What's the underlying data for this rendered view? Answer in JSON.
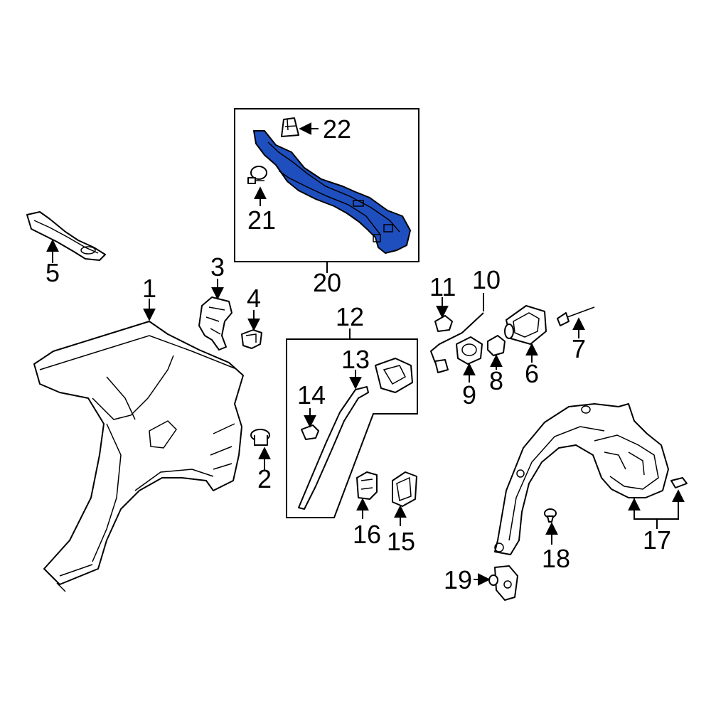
{
  "diagram": {
    "highlight_color": "#1f4fbf",
    "callouts": [
      {
        "id": "c1",
        "label": "1"
      },
      {
        "id": "c2",
        "label": "2"
      },
      {
        "id": "c3",
        "label": "3"
      },
      {
        "id": "c4",
        "label": "4"
      },
      {
        "id": "c5",
        "label": "5"
      },
      {
        "id": "c6",
        "label": "6"
      },
      {
        "id": "c7",
        "label": "7"
      },
      {
        "id": "c8",
        "label": "8"
      },
      {
        "id": "c9",
        "label": "9"
      },
      {
        "id": "c10",
        "label": "10"
      },
      {
        "id": "c11",
        "label": "11"
      },
      {
        "id": "c12",
        "label": "12"
      },
      {
        "id": "c13",
        "label": "13"
      },
      {
        "id": "c14",
        "label": "14"
      },
      {
        "id": "c15",
        "label": "15"
      },
      {
        "id": "c16",
        "label": "16"
      },
      {
        "id": "c17",
        "label": "17"
      },
      {
        "id": "c18",
        "label": "18"
      },
      {
        "id": "c19",
        "label": "19"
      },
      {
        "id": "c20",
        "label": "20"
      },
      {
        "id": "c21",
        "label": "21"
      },
      {
        "id": "c22",
        "label": "22"
      }
    ]
  }
}
